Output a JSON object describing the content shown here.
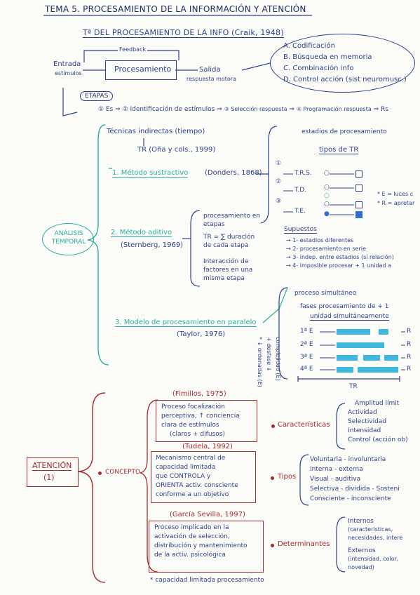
{
  "header": {
    "title": "TEMA 5. PROCESAMIENTO DE LA INFORMACIÓN Y ATENCIÓN",
    "section": "Tª DEL PROCESAMIENTO DE LA INFO (Craik, 1948)"
  },
  "flow": {
    "feedback": "Feedback",
    "entrada": "Entrada",
    "estimulos": "estímulos",
    "procesamiento": "Procesamiento",
    "salida": "Salida",
    "respuesta_motora": "respuesta motora",
    "items": [
      "A. Codificación",
      "B. Búsqueda en memoria",
      "C. Combinación info",
      "D. Control acción (sist neuromusc.)"
    ]
  },
  "etapas": {
    "label": "ETAPAS",
    "chain": [
      "① Es",
      "② Identificación de estímulos",
      "③ Selección respuesta",
      "④ Programación respuesta",
      "Rs"
    ]
  },
  "analisis": {
    "label": "ANÁLISIS TEMPORAL",
    "tecnicas": "Técnicas indirectas (tiempo)",
    "tr_ref": "TR (Oña y cols., 1999)",
    "m1": "1. Método sustractivo",
    "m1_ref": "(Donders, 1868)",
    "m2": "2. Método aditivo",
    "m2_ref": "(Sternberg, 1969)",
    "m2_notes": [
      "procesamiento en etapas",
      "TR = ∑ duración de cada etapa",
      "Interacción de factores en una misma etapa"
    ],
    "m3": "3. Modelo de procesamiento en paralelo",
    "m3_ref": "(Taylor, 1976)",
    "estadios": "estadios de procesamiento",
    "tipos_tr": "tipos de TR",
    "trs": [
      "T.R.S.",
      "T.D.",
      "T.E."
    ],
    "leyenda": [
      "* E = luces c",
      "* R = apretar"
    ],
    "supuestos_title": "Supuestos",
    "supuestos": [
      "→ 1- estadios diferentes",
      "→ 2- procesamiento en serie",
      "→ 3- indep. entre estadios (sí relación)",
      "→ 4- imposible procesar + 1 unidad a"
    ],
    "paralelo": [
      "proceso simultáneo",
      "fases procesamiento de + 1",
      "unidad simultáneamente"
    ],
    "etapas_e": [
      "1ª E",
      "2ª E",
      "3ª E",
      "4ª E"
    ],
    "r": "R",
    "eje_tr": "TR",
    "vertical_notes": [
      "* ↓ ordenadas (E)",
      "+ desfase ↓",
      "complejidad (E)"
    ]
  },
  "atencion": {
    "label": "ATENCIÓN",
    "num": "(1)",
    "concepto": "CONCEPTO",
    "c1_ref": "(Fimillos, 1975)",
    "c1": [
      "Proceso focalización",
      "perceptiva, ↑ conciencia",
      "clara de estímulos",
      "(claros + difusos)"
    ],
    "c2_ref": "(Tudela, 1992)",
    "c2": [
      "Mecanismo central de",
      "capacidad limitada",
      "que CONTROLA y",
      "ORIENTA activ. consciente",
      "conforme a un objetivo"
    ],
    "c3_ref": "(García Sevilla, 1997)",
    "c3": [
      "Proceso implicado en la",
      "activación de selección,",
      "distribución y mantenimiento",
      "de la activ. psicológica"
    ],
    "nota": "* capacidad limitada procesamiento",
    "caracteristicas": "Características",
    "caracteristicas_items": [
      "Amplitud límit",
      "Actividad",
      "Selectividad",
      "Intensidad",
      "Control (acción ob)"
    ],
    "tipos": "Tipos",
    "tipos_items": [
      "Voluntaria - involuntaria",
      "Interna - externa",
      "Visual - auditiva",
      "Selectiva - dividida - Sosteni",
      "Consciente - inconsciente"
    ],
    "determinantes": "Determinantes",
    "det_items": [
      "Internos",
      "(características,",
      "necesidades, intere",
      "Externos",
      "(intensidad, color,",
      "novedad)"
    ]
  },
  "colors": {
    "blue": "#2f3f8f",
    "teal": "#27b0a3",
    "red": "#a9292f",
    "cyan": "#3fb8e0"
  }
}
